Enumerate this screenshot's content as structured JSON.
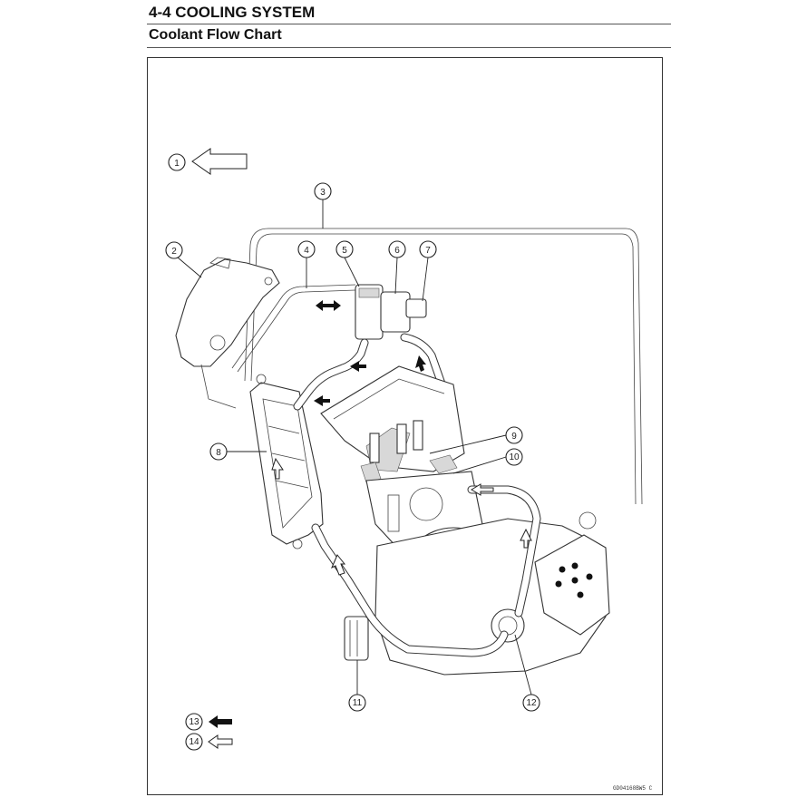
{
  "header": {
    "section_title": "4-4 COOLING SYSTEM",
    "sub_title": "Coolant Flow Chart"
  },
  "callouts": [
    "1",
    "2",
    "3",
    "4",
    "5",
    "6",
    "7",
    "8",
    "9",
    "10",
    "11",
    "12",
    "13",
    "14"
  ],
  "legend": {
    "dark_arrow_marker": "13",
    "hollow_arrow_marker": "14"
  },
  "figure_code": "GD04168BW5 C"
}
